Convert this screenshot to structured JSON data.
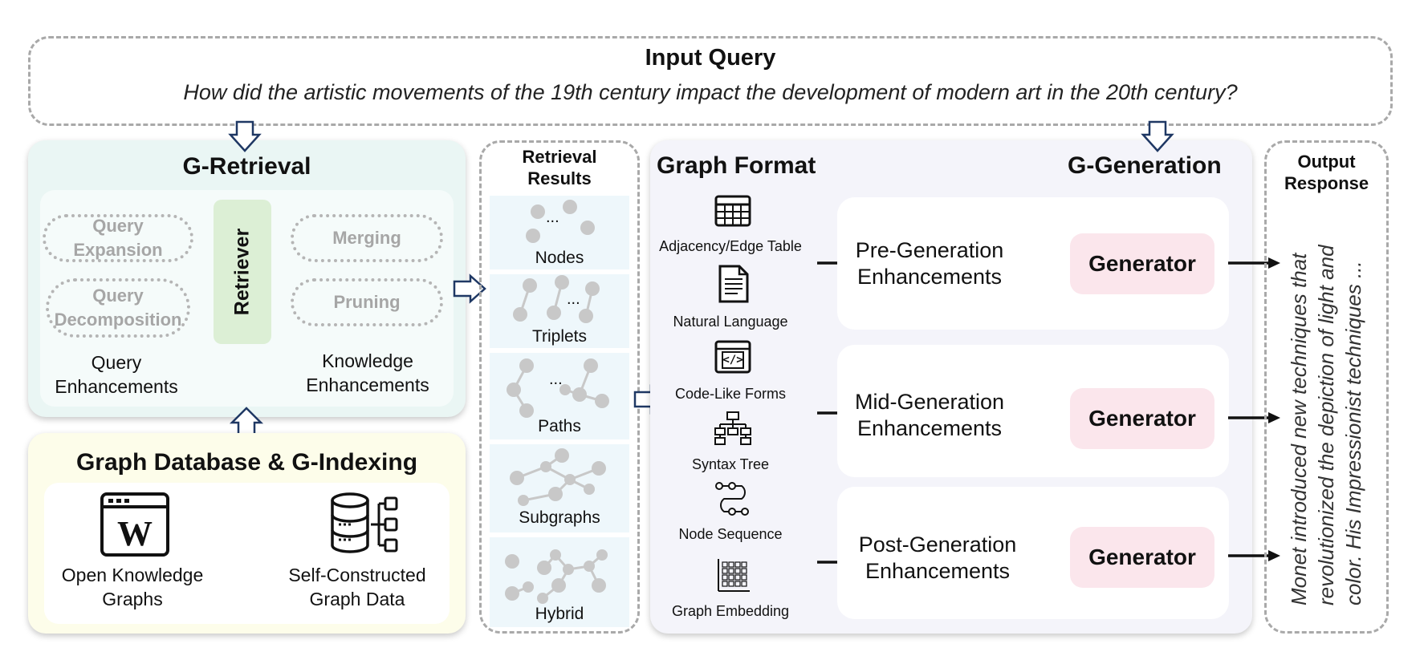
{
  "input_query": {
    "title": "Input Query",
    "question": "How did the artistic movements of the 19th century impact the development of modern art in the 20th century?"
  },
  "retrieval": {
    "title": "G-Retrieval",
    "retriever": "Retriever",
    "query_ops": [
      "Query Expansion",
      "Query Decomposition"
    ],
    "query_label": "Query Enhancements",
    "knowledge_ops": [
      "Merging",
      "Pruning"
    ],
    "knowledge_label": "Knowledge Enhancements"
  },
  "database": {
    "title": "Graph Database & G-Indexing",
    "items": [
      "Open Knowledge Graphs",
      "Self-Constructed Graph Data"
    ],
    "wiki_letter": "W"
  },
  "results": {
    "title": "Retrieval Results",
    "items": [
      "Nodes",
      "Triplets",
      "Paths",
      "Subgraphs",
      "Hybrid"
    ],
    "ellipsis": "..."
  },
  "formats": {
    "title": "Graph Format",
    "items": [
      "Adjacency/Edge Table",
      "Natural Language",
      "Code-Like Forms",
      "Syntax Tree",
      "Node Sequence",
      "Graph Embedding"
    ],
    "code_glyph": "</>"
  },
  "generation": {
    "title": "G-Generation",
    "stages": [
      "Pre-Generation Enhancements",
      "Mid-Generation Enhancements",
      "Post-Generation Enhancements"
    ],
    "generator": "Generator"
  },
  "output": {
    "title": "Output Response",
    "text_lines": [
      "Monet introduced new techniques that",
      "revolutionized the depiction of light and",
      "color. His Impressionist techniques ..."
    ]
  },
  "colors": {
    "retrieval_bg": "#eaf6f4",
    "database_bg": "#fdfdea",
    "generation_bg": "#f4f4fa",
    "generator_bg": "#fbe6ec",
    "retriever_bg": "#dcefd5",
    "node_gray": "#c8c8c8",
    "arrow_navy": "#1f3864"
  }
}
